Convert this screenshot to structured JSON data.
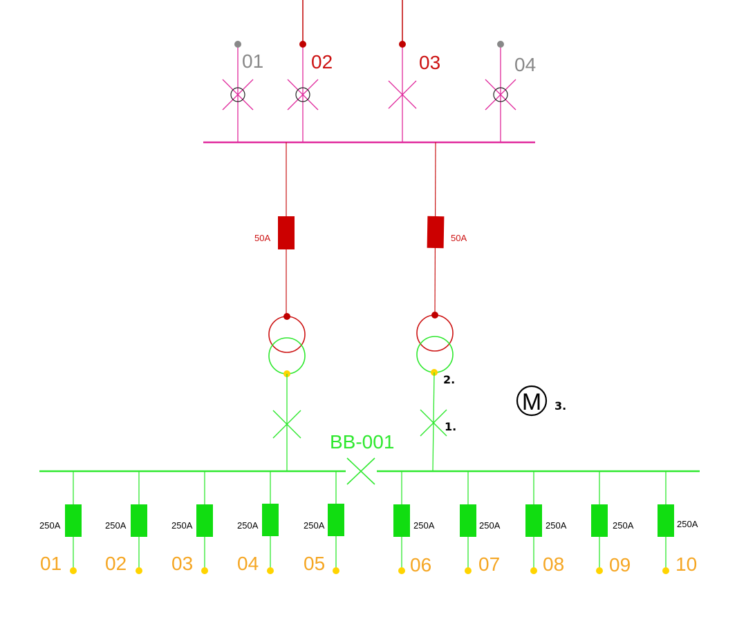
{
  "colors": {
    "hv_bus": "#e0289c",
    "hv_feeder_active": "#c00000",
    "hv_feeder_inactive": "#888888",
    "hv_label_active": "#cc1111",
    "hv_label_inactive": "#888888",
    "mv_link": "#c81414",
    "fuse": "#cc0000",
    "lv_bus": "#2ee82e",
    "lv_fuse": "#11dd11",
    "output_label": "#f5a623",
    "output_dot": "#ffd400",
    "annotation": "#000000"
  },
  "hv_feeders": [
    {
      "label": "01",
      "state": "inactive",
      "switch_icon": "circle-x-icon"
    },
    {
      "label": "02",
      "state": "active",
      "switch_icon": "circle-x-icon"
    },
    {
      "label": "03",
      "state": "active",
      "switch_icon": "x-icon"
    },
    {
      "label": "04",
      "state": "inactive",
      "switch_icon": "circle-x-icon"
    }
  ],
  "fuses": [
    {
      "label": "50A"
    },
    {
      "label": "50A"
    }
  ],
  "busbar": {
    "label": "BB-001"
  },
  "outputs": [
    {
      "label": "01",
      "fuse": "250A"
    },
    {
      "label": "02",
      "fuse": "250A"
    },
    {
      "label": "03",
      "fuse": "250A"
    },
    {
      "label": "04",
      "fuse": "250A"
    },
    {
      "label": "05",
      "fuse": "250A"
    },
    {
      "label": "06",
      "fuse": "250A"
    },
    {
      "label": "07",
      "fuse": "250A"
    },
    {
      "label": "08",
      "fuse": "250A"
    },
    {
      "label": "09",
      "fuse": "250A"
    },
    {
      "label": "10",
      "fuse": "250A"
    }
  ],
  "annotations": {
    "breaker_note": "1.",
    "transformer_note": "2.",
    "motor_note": "3.",
    "motor_symbol": "M"
  }
}
